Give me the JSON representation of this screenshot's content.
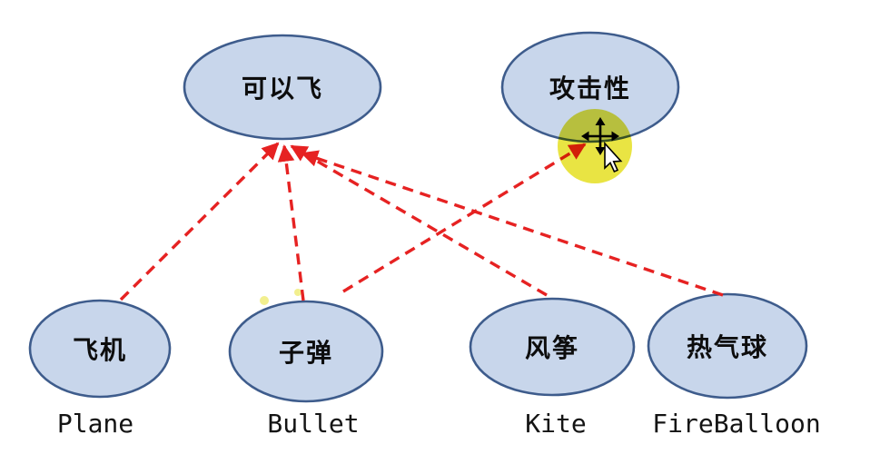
{
  "page": {
    "background": "#ffffff"
  },
  "colors": {
    "node_fill": "#c8d6eb",
    "node_border": "#3e5c8c",
    "arrow_red": "#e62222",
    "highlight_yellow": "#e7e233",
    "label_text": "#0d0d0d"
  },
  "nodes": [
    {
      "id": "can-fly",
      "label": "可以飞"
    },
    {
      "id": "aggressive",
      "label": "攻击性"
    },
    {
      "id": "plane",
      "label": "飞机"
    },
    {
      "id": "bullet",
      "label": "子弹"
    },
    {
      "id": "kite",
      "label": "风筝"
    },
    {
      "id": "fire-balloon",
      "label": "热气球"
    }
  ],
  "captions": [
    {
      "for": "plane",
      "text": "Plane"
    },
    {
      "for": "bullet",
      "text": "Bullet"
    },
    {
      "for": "kite",
      "text": "Kite"
    },
    {
      "for": "fire-balloon",
      "text": "FireBalloon"
    }
  ],
  "edges": [
    {
      "from": "plane",
      "to": "can-fly",
      "style": "red-dashed-arrow"
    },
    {
      "from": "bullet",
      "to": "can-fly",
      "style": "red-dashed-arrow"
    },
    {
      "from": "kite",
      "to": "can-fly",
      "style": "red-dashed-arrow"
    },
    {
      "from": "fire-balloon",
      "to": "can-fly",
      "style": "red-dashed-arrow"
    },
    {
      "from": "bullet",
      "to": "aggressive",
      "style": "red-dashed-arrow"
    }
  ],
  "cursor": {
    "kind": "move-cursor-with-pointer",
    "highlight": "yellow-circle",
    "over_node": "aggressive"
  }
}
